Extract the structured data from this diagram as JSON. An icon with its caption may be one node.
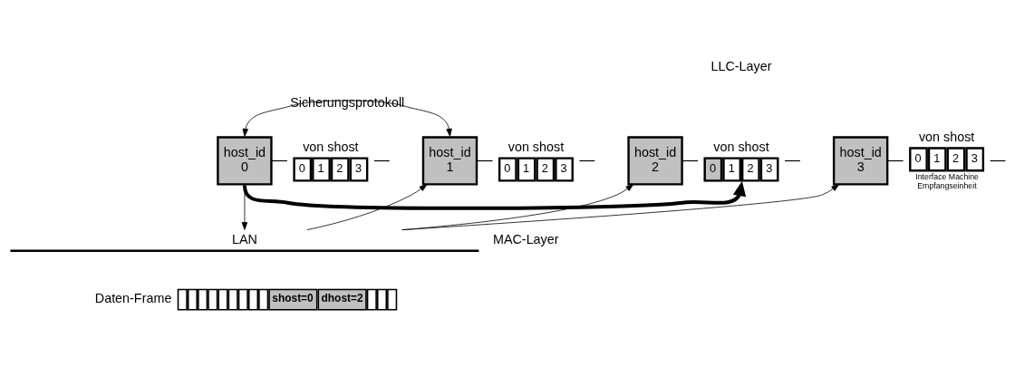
{
  "diagram": {
    "nodes": [
      {
        "text": [
          "host_id",
          "0"
        ]
      },
      {
        "text": [
          "von shost",
          "0",
          "1",
          "2",
          "3"
        ]
      },
      {
        "text": [
          "host_id",
          "1"
        ]
      },
      {
        "text": [
          "von shost",
          "0",
          "1",
          "2",
          "3"
        ]
      },
      {
        "text": [
          "host_id",
          "2"
        ]
      },
      {
        "text": [
          "von shost",
          "0",
          "1",
          "2",
          "3"
        ]
      },
      {
        "text": [
          "host_id",
          "3"
        ]
      },
      {
        "text": [
          "von shost",
          "0",
          "1",
          "2",
          "3"
        ],
        "beside": [
          "Interface Machine Empfangseinheit"
        ]
      },
      {
        "text": [
          "LAN"
        ]
      },
      {
        "text": [
          "shost=0",
          "dhost=2"
        ],
        "beside": [
          "Daten-Frame"
        ]
      }
    ],
    "edges": [
      {
        "from": 0,
        "to": 2,
        "arrow": "both",
        "label": "Sicherungsprotokoll"
      },
      {
        "from": 0,
        "to": 1,
        "arrow": "none"
      },
      {
        "from": 1,
        "to": null,
        "arrow": "none"
      },
      {
        "from": 2,
        "to": 3,
        "arrow": "none"
      },
      {
        "from": 3,
        "to": null,
        "arrow": "none"
      },
      {
        "from": 4,
        "to": 5,
        "arrow": "none"
      },
      {
        "from": 5,
        "to": null,
        "arrow": "none"
      },
      {
        "from": 6,
        "to": 7,
        "arrow": "none"
      },
      {
        "from": 7,
        "to": null,
        "arrow": "none"
      },
      {
        "from": 0,
        "to": 8,
        "arrow": "to"
      },
      {
        "from": 8,
        "to": 2,
        "arrow": "to"
      },
      {
        "from": 8,
        "to": 4,
        "arrow": "to"
      },
      {
        "from": 8,
        "to": 6,
        "arrow": "to"
      },
      {
        "from": 0,
        "to": 5,
        "arrow": "to",
        "style": "thick"
      }
    ],
    "labels": [
      "LLC-Layer",
      "MAC-Layer"
    ]
  }
}
